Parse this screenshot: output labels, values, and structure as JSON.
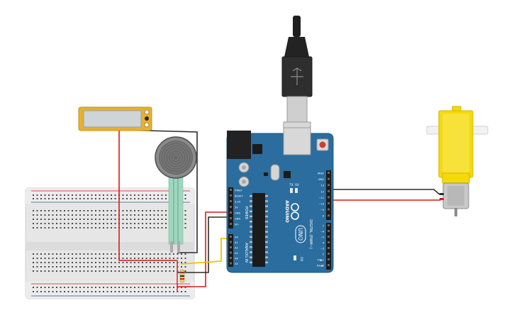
{
  "arduino": {
    "brand": "ARDUINO",
    "model": "UNO",
    "power_header_title": "POWER",
    "analog_header_title": "ANALOG IN",
    "digital_header_title": "DIGITAL (PWM~)",
    "led_labels": [
      "TX",
      "RX"
    ],
    "on_label": "ON",
    "power_pins": [
      "IOREF",
      "RESET",
      "3.3V",
      "5V",
      "GND",
      "GND",
      "Vin"
    ],
    "analog_pins": [
      "A0",
      "A1",
      "A2",
      "A3",
      "A4",
      "A5"
    ],
    "digital_pins_upper": [
      "AREF",
      "GND",
      "13",
      "12",
      "~11",
      "~10",
      "~9",
      "8"
    ],
    "digital_pins_lower": [
      "7",
      "~6",
      "~5",
      "4",
      "~3",
      "2",
      "TX▶1",
      "RX◀0"
    ]
  },
  "colors": {
    "board": "#2a6d9e",
    "board_edge": "#1f5a86",
    "wire_red": "#d9191c",
    "wire_black": "#2b2b2b",
    "wire_yellow": "#f2c200",
    "motor_yellow": "#f5d90a",
    "breadboard": "#e6e6e6",
    "lcd_frame": "#e8b030",
    "lcd_screen": "#cfd4d8",
    "sensor_pad": "#6a6a6a",
    "sensor_strip": "#9fd6bf"
  }
}
